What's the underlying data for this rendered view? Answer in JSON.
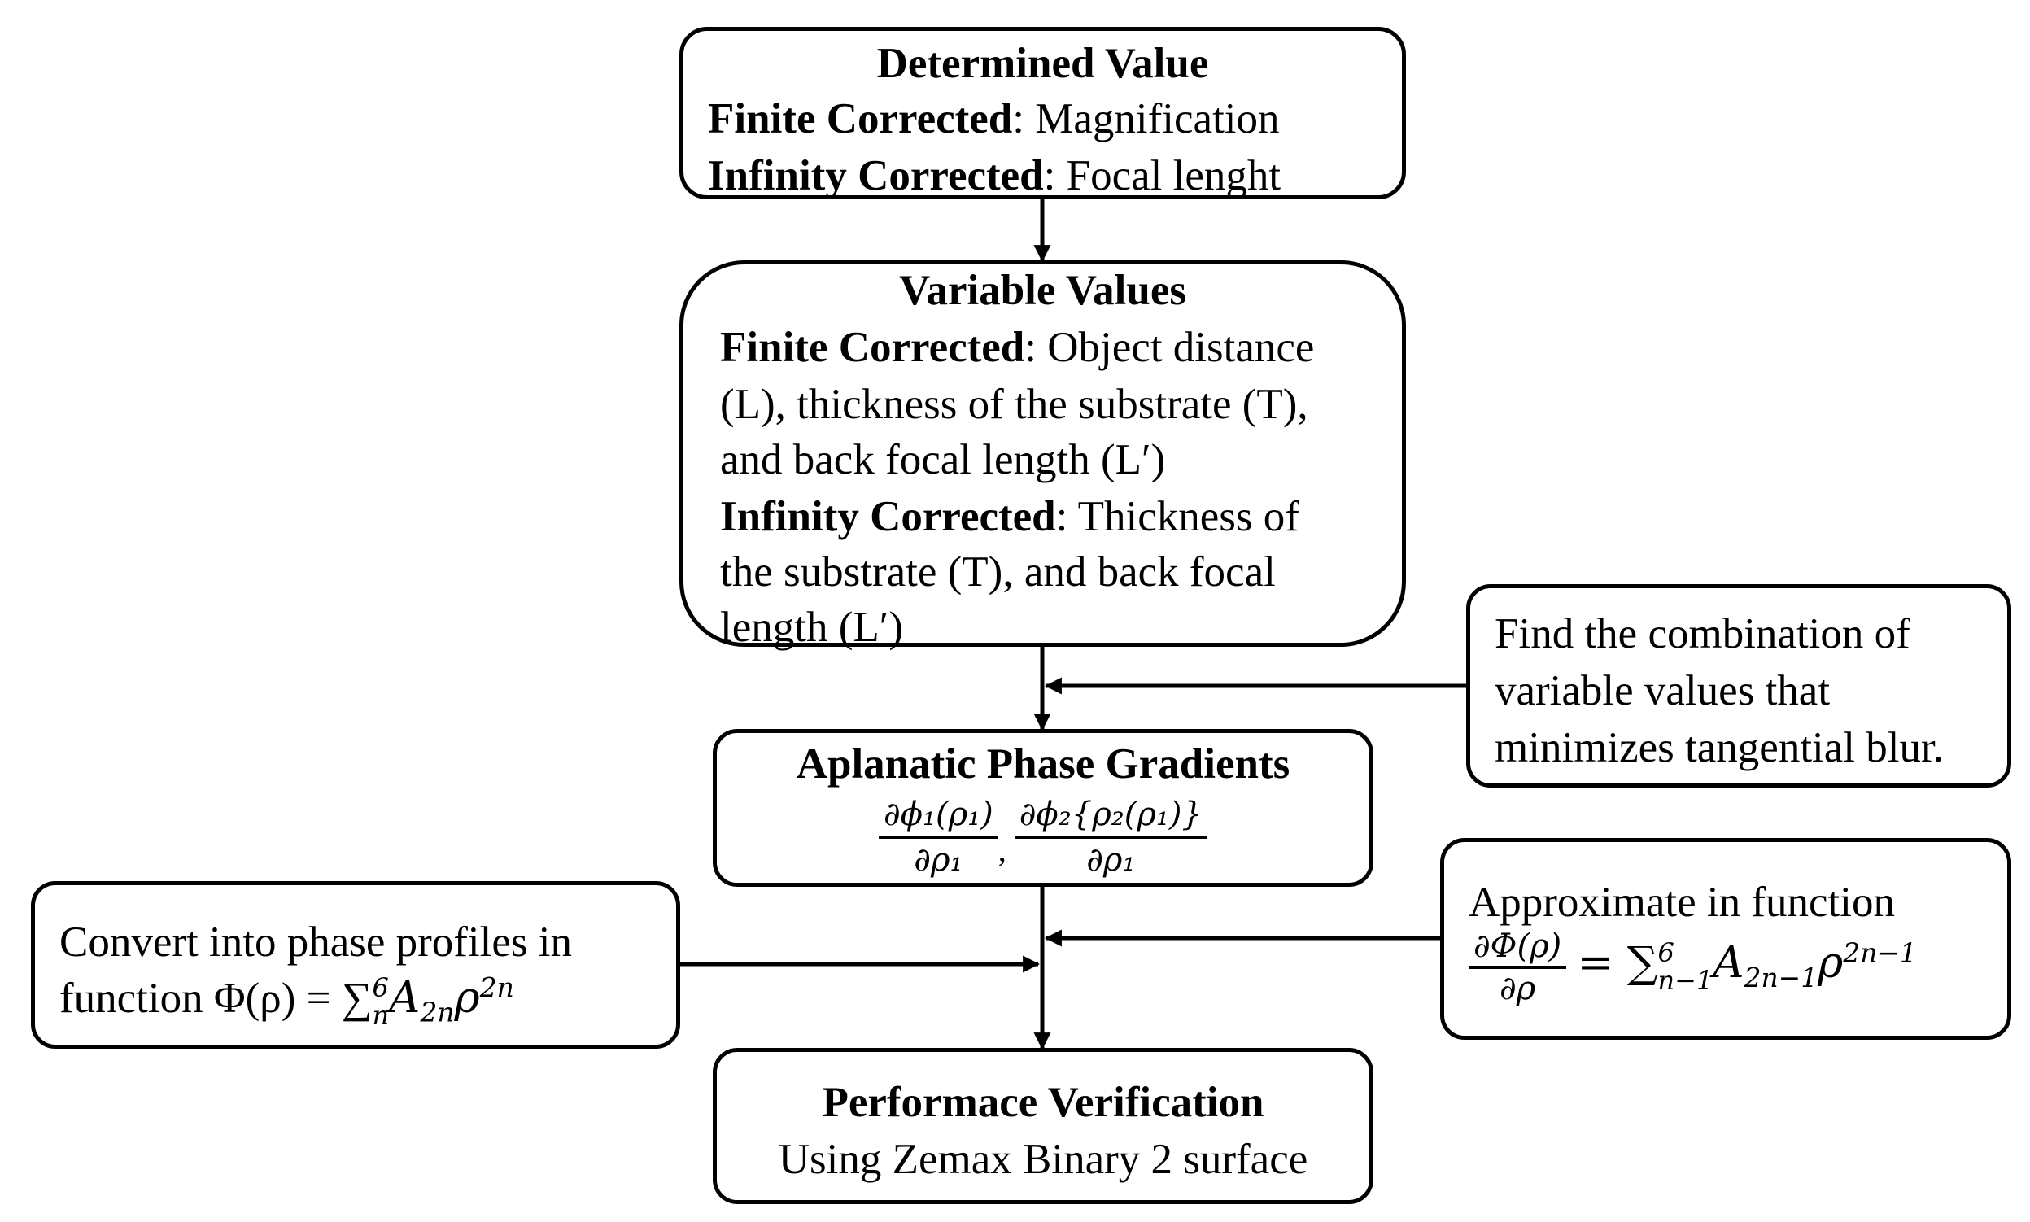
{
  "boxes": {
    "determined": {
      "title": "Determined Value",
      "finite_label": "Finite Corrected",
      "finite_text": ": Magnification",
      "infinity_label": "Infinity Corrected",
      "infinity_text": ":  Focal lenght"
    },
    "variable": {
      "title": "Variable Values",
      "finite_label": "Finite Corrected",
      "finite_text_1": ": Object distance",
      "finite_text_2": "(L), thickness of the substrate (T),",
      "finite_text_3": "and back focal length (L′)",
      "infinity_label": "Infinity Corrected",
      "infinity_text_1": ":  Thickness of",
      "infinity_text_2": "the substrate (T), and back focal",
      "infinity_text_3": "length (L′)"
    },
    "aplanatic": {
      "title": "Aplanatic Phase Gradients",
      "frac1_num": "∂ϕ₁(ρ₁)",
      "frac1_den": "∂ρ₁",
      "separator": ",",
      "frac2_num": "∂ϕ₂{ρ₂(ρ₁)}",
      "frac2_den": "∂ρ₁"
    },
    "performance": {
      "title": "Performace Verification",
      "subtitle": "Using Zemax Binary 2 surface"
    },
    "find": {
      "line1": "Find the combination of",
      "line2": "variable values that",
      "line3": "minimizes tangential blur."
    },
    "approximate": {
      "line1": "Approximate in function",
      "frac_num": "∂Φ(ρ)",
      "frac_den": "∂ρ",
      "formula": "= ∑",
      "sum_sub": "n−1",
      "sum_sup": "6",
      "term": "A",
      "term_sub": "2n−1",
      "var": "ρ",
      "var_sup": "2n−1"
    },
    "convert": {
      "line1": "Convert into phase profiles in",
      "line2_prefix": "function Φ(ρ) = ∑",
      "sum_sub": "n",
      "sum_sup": "6",
      "term": "A",
      "term_sub": "2n",
      "var": "ρ",
      "var_sup": "2n"
    }
  }
}
